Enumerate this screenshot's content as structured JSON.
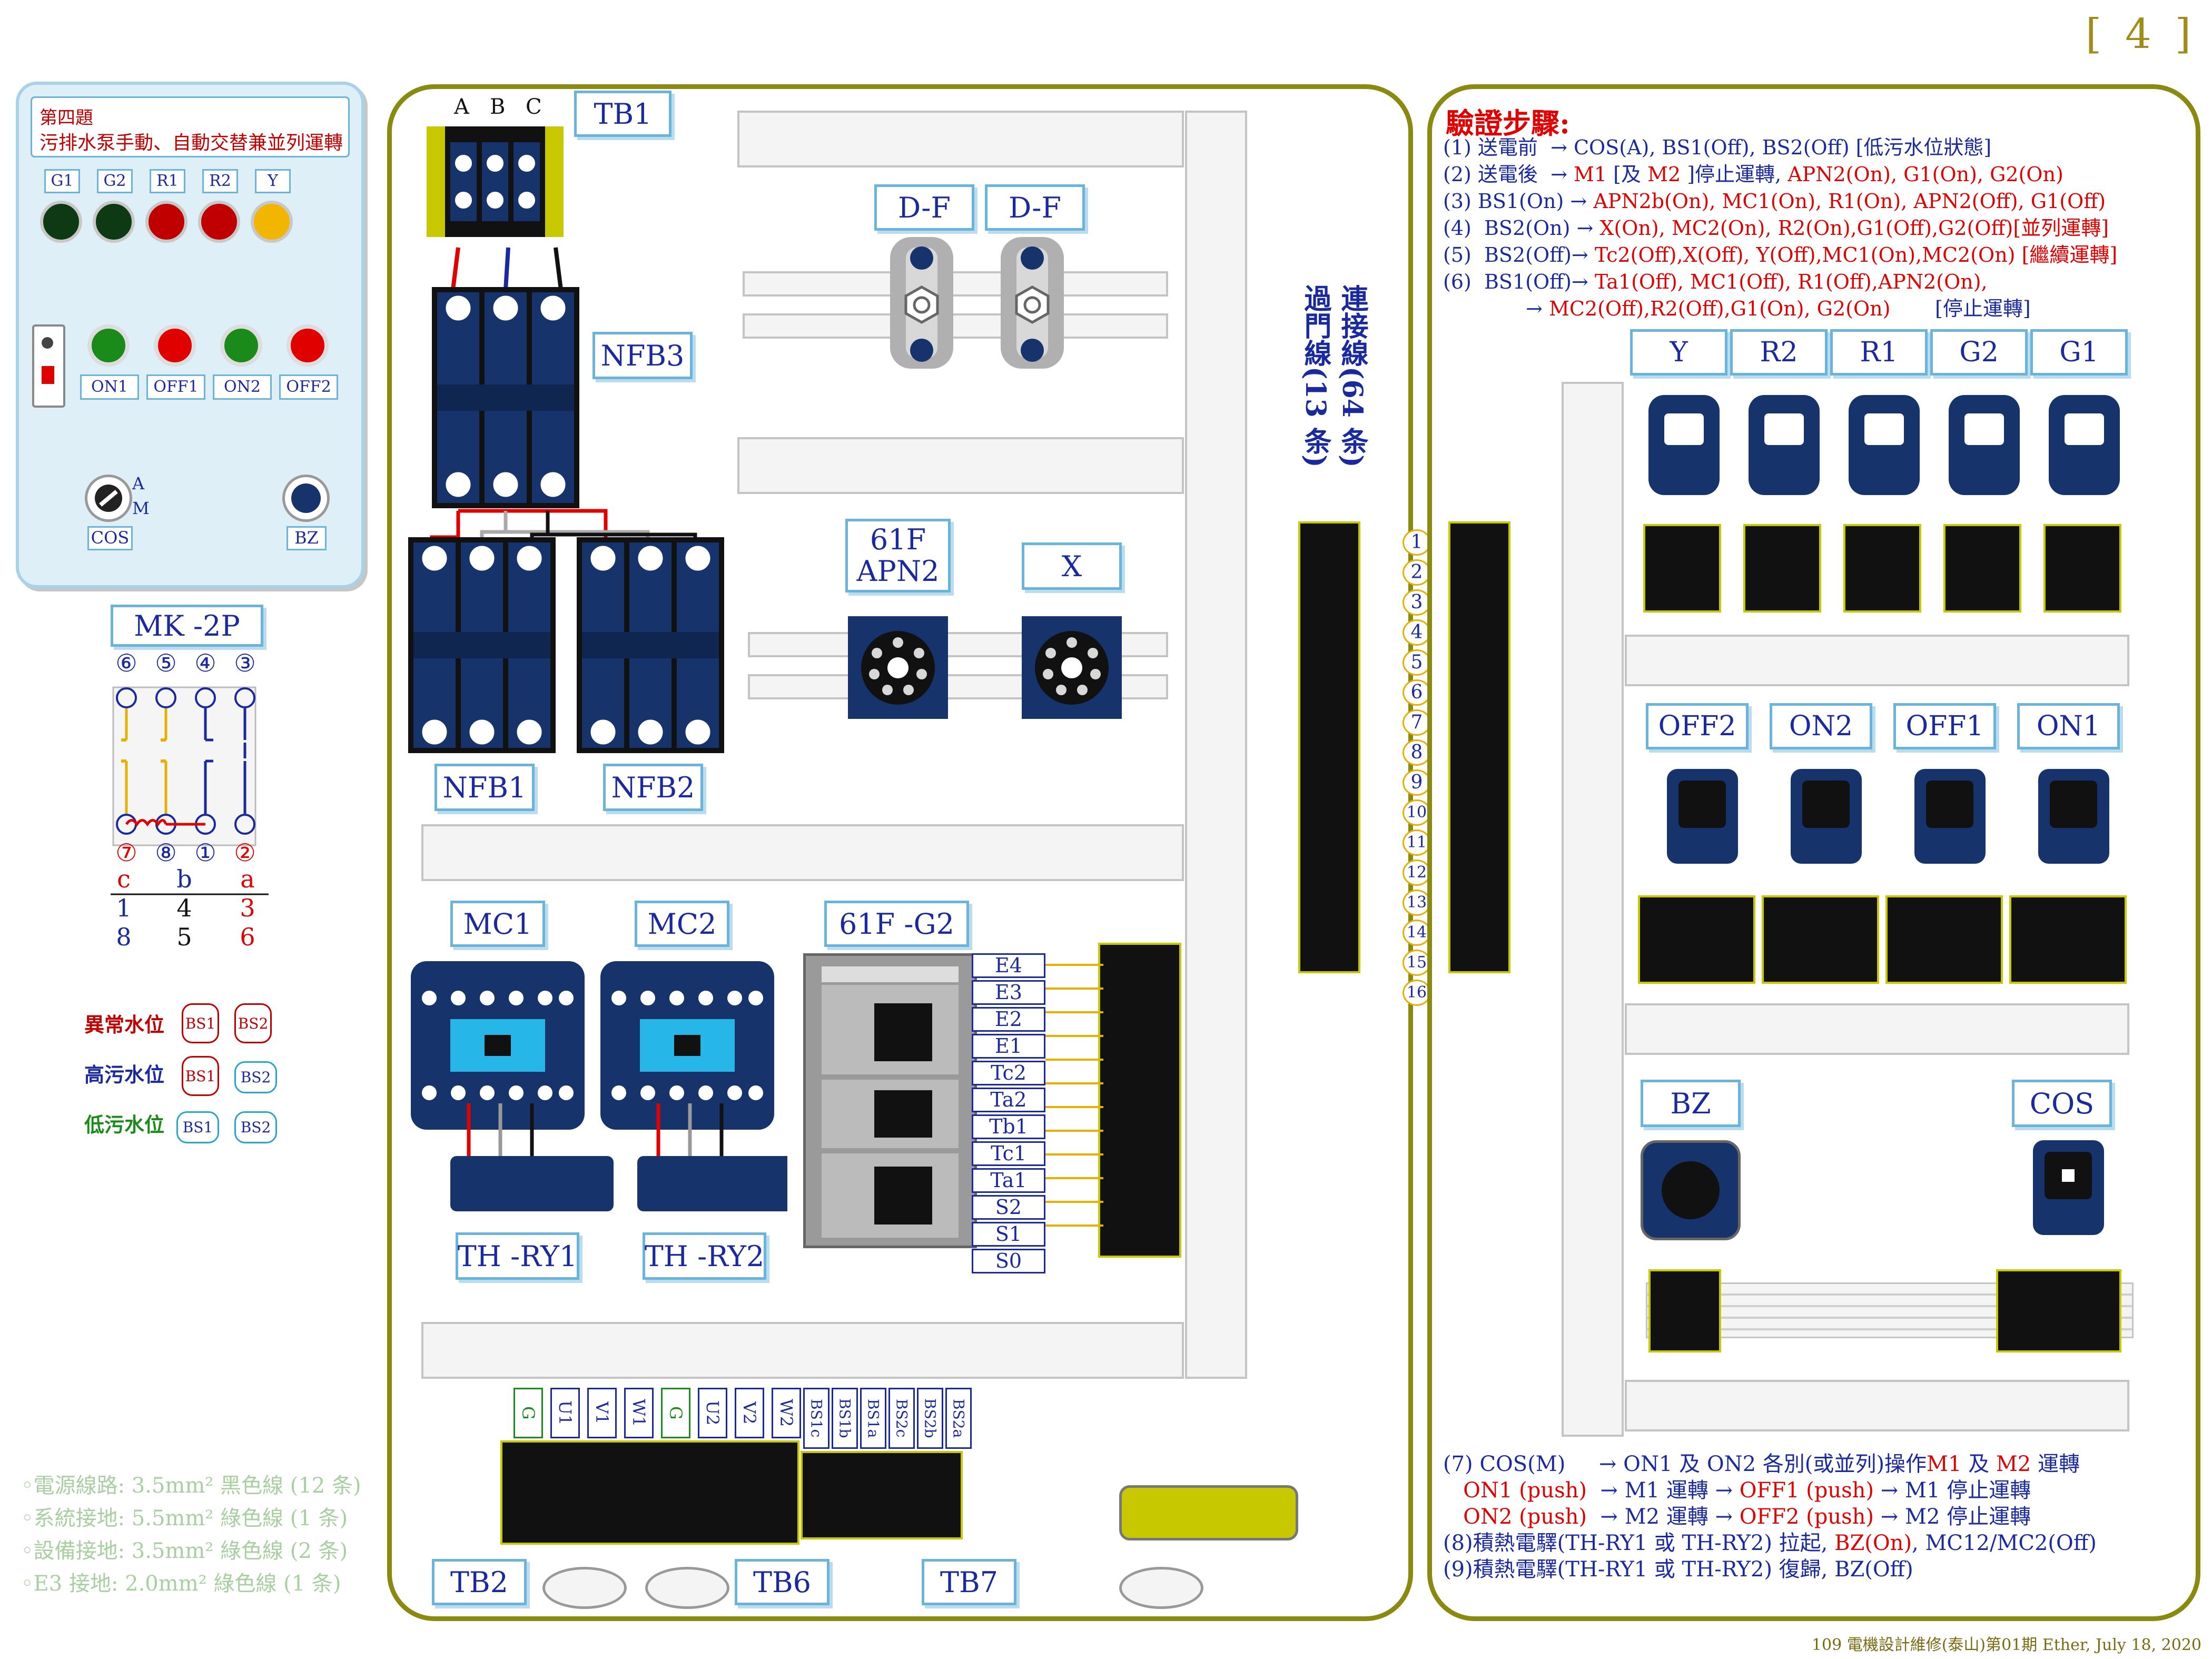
{
  "page_number": "[ 4 ]",
  "footer": "109 電機設計維修(泰山)第01期 Ether, July 18, 2020",
  "panel": {
    "title": "第四題",
    "subtitle": "污排水泵手動、自動交替兼並列運轉",
    "lamps": [
      "G1",
      "G2",
      "R1",
      "R2",
      "Y"
    ],
    "buttons": [
      "ON1",
      "OFF1",
      "ON2",
      "OFF2"
    ],
    "switch_am": [
      "A",
      "M"
    ],
    "cos": "COS",
    "bz": "BZ"
  },
  "relay": {
    "title": "MK -2P",
    "top_pins": [
      "⑥",
      "⑤",
      "④",
      "③"
    ],
    "bottom_pins": [
      "⑦",
      "⑧",
      "①",
      "②"
    ],
    "contact_labels": [
      "c",
      "b",
      "a"
    ],
    "row1": [
      "1",
      "4",
      "3"
    ],
    "row2": [
      "8",
      "5",
      "6"
    ]
  },
  "levels": [
    {
      "label": "異常水位",
      "bs1": "BS1",
      "bs2": "BS2"
    },
    {
      "label": "高污水位",
      "bs1": "BS1",
      "bs2": "BS2"
    },
    {
      "label": "低污水位",
      "bs1": "BS1",
      "bs2": "BS2"
    }
  ],
  "wire_notes": [
    "◦電源線路: 3.5mm² 黑色線 (12 条)",
    "◦系統接地: 5.5mm² 綠色線 (1 条)",
    "◦設備接地: 3.5mm² 綠色線 (2 条)",
    "◦E3 接地: 2.0mm² 綠色線 (1 条)"
  ],
  "components": {
    "tb1": "TB1",
    "tb1_phases": [
      "A",
      "B",
      "C"
    ],
    "nfb3": "NFB3",
    "nfb1": "NFB1",
    "nfb2": "NFB2",
    "df1": "D-F",
    "df2": "D-F",
    "f61_apn2": [
      "61F",
      "APN2"
    ],
    "x": "X",
    "mc1": "MC1",
    "mc2": "MC2",
    "f61_g2": "61F -G2",
    "th_ry1": "TH -RY1",
    "th_ry2": "TH -RY2",
    "tb2": "TB2",
    "tb6": "TB6",
    "tb7": "TB7",
    "g2_terms": [
      "E4",
      "E3",
      "E2",
      "E1",
      "Tc2",
      "Ta2",
      "Tb1",
      "Tc1",
      "Ta1",
      "S2",
      "S1",
      "S0"
    ],
    "tb2_terms": [
      "G",
      "U1",
      "V1",
      "W1",
      "G",
      "U2",
      "V2",
      "W2"
    ],
    "tb7_terms": [
      "BS1c",
      "BS1b",
      "BS1a",
      "BS2c",
      "BS2b",
      "BS2a"
    ]
  },
  "wiring": {
    "vertical_1": "過門線(13 条)",
    "vertical_2": "連接線(64 条)",
    "numbers": [
      "1",
      "2",
      "3",
      "4",
      "5",
      "6",
      "7",
      "8",
      "9",
      "10",
      "11",
      "12",
      "13",
      "14",
      "15",
      "16"
    ]
  },
  "door": {
    "lamps": [
      "Y",
      "R2",
      "R1",
      "G2",
      "G1"
    ],
    "buttons": [
      "OFF2",
      "ON2",
      "OFF1",
      "ON1"
    ],
    "bz": "BZ",
    "cos": "COS"
  },
  "steps": {
    "heading": "驗證步驟:",
    "top": [
      [
        {
          "t": "(1) 送電前  → COS(A), BS1(Off), BS2(Off) [低污水位狀態]",
          "c": "blue"
        }
      ],
      [
        {
          "t": "(2) 送電後  → ",
          "c": "blue"
        },
        {
          "t": "M1",
          "c": "red"
        },
        {
          "t": " [及 ",
          "c": "blue"
        },
        {
          "t": "M2",
          "c": "red"
        },
        {
          "t": " ]停止運轉, ",
          "c": "blue"
        },
        {
          "t": "APN2(On), G1(On), G2(On)",
          "c": "red"
        }
      ],
      [
        {
          "t": "(3) BS1(On) → ",
          "c": "blue"
        },
        {
          "t": "APN2b(On), MC1(On), R1(On), APN2(Off), G1(Off)",
          "c": "red"
        }
      ],
      [
        {
          "t": "(4)  BS2(On) → ",
          "c": "blue"
        },
        {
          "t": "X(On), MC2(On), R2(On),G1(Off),G2(Off)[並列運轉]",
          "c": "red"
        }
      ],
      [
        {
          "t": "(5)  BS2(Off)→ ",
          "c": "blue"
        },
        {
          "t": "Tc2(Off),X(Off), Y(Off),MC1(On),MC2(On) [繼續運轉]",
          "c": "red"
        }
      ],
      [
        {
          "t": "(6)  BS1(Off)→ ",
          "c": "blue"
        },
        {
          "t": "Ta1(Off), MC1(Off), R1(Off),APN2(On),",
          "c": "red"
        }
      ],
      [
        {
          "t": "             → ",
          "c": "blue"
        },
        {
          "t": "MC2(Off),R2(Off),G1(On), G2(On)",
          "c": "red"
        },
        {
          "t": "       [停止運轉]",
          "c": "blue"
        }
      ]
    ],
    "bottom": [
      [
        {
          "t": "(7) COS(M)     → ON1 及 ON2 各別(或並列)操作",
          "c": "blue"
        },
        {
          "t": "M1",
          "c": "red"
        },
        {
          "t": " 及 ",
          "c": "blue"
        },
        {
          "t": "M2",
          "c": "red"
        },
        {
          "t": " 運轉",
          "c": "blue"
        }
      ],
      [
        {
          "t": "   ON1 (push)  ",
          "c": "red"
        },
        {
          "t": "→ M1 運轉 → ",
          "c": "blue"
        },
        {
          "t": "OFF1 (push)",
          "c": "red"
        },
        {
          "t": " → M1 停止運轉",
          "c": "blue"
        }
      ],
      [
        {
          "t": "   ON2 (push)  ",
          "c": "red"
        },
        {
          "t": "→ M2 運轉 → ",
          "c": "blue"
        },
        {
          "t": "OFF2 (push)",
          "c": "red"
        },
        {
          "t": " → M2 停止運轉",
          "c": "blue"
        }
      ],
      [
        {
          "t": "(8)積熱電驛(TH-RY1 或 TH-RY2) 拉起, ",
          "c": "blue"
        },
        {
          "t": "BZ(On)",
          "c": "red"
        },
        {
          "t": ", MC12/MC2(Off)",
          "c": "blue"
        }
      ],
      [
        {
          "t": "(9)積熱電驛(TH-RY1 或 TH-RY2) 復歸, BZ(Off)",
          "c": "blue"
        }
      ]
    ]
  },
  "colors": {
    "cabinet": "#8a8a10",
    "label_border": "#6ab4dc",
    "navy": "#17336b",
    "red": "#e00000",
    "blue": "#1a2a9e",
    "yellow": "#c8c800"
  }
}
